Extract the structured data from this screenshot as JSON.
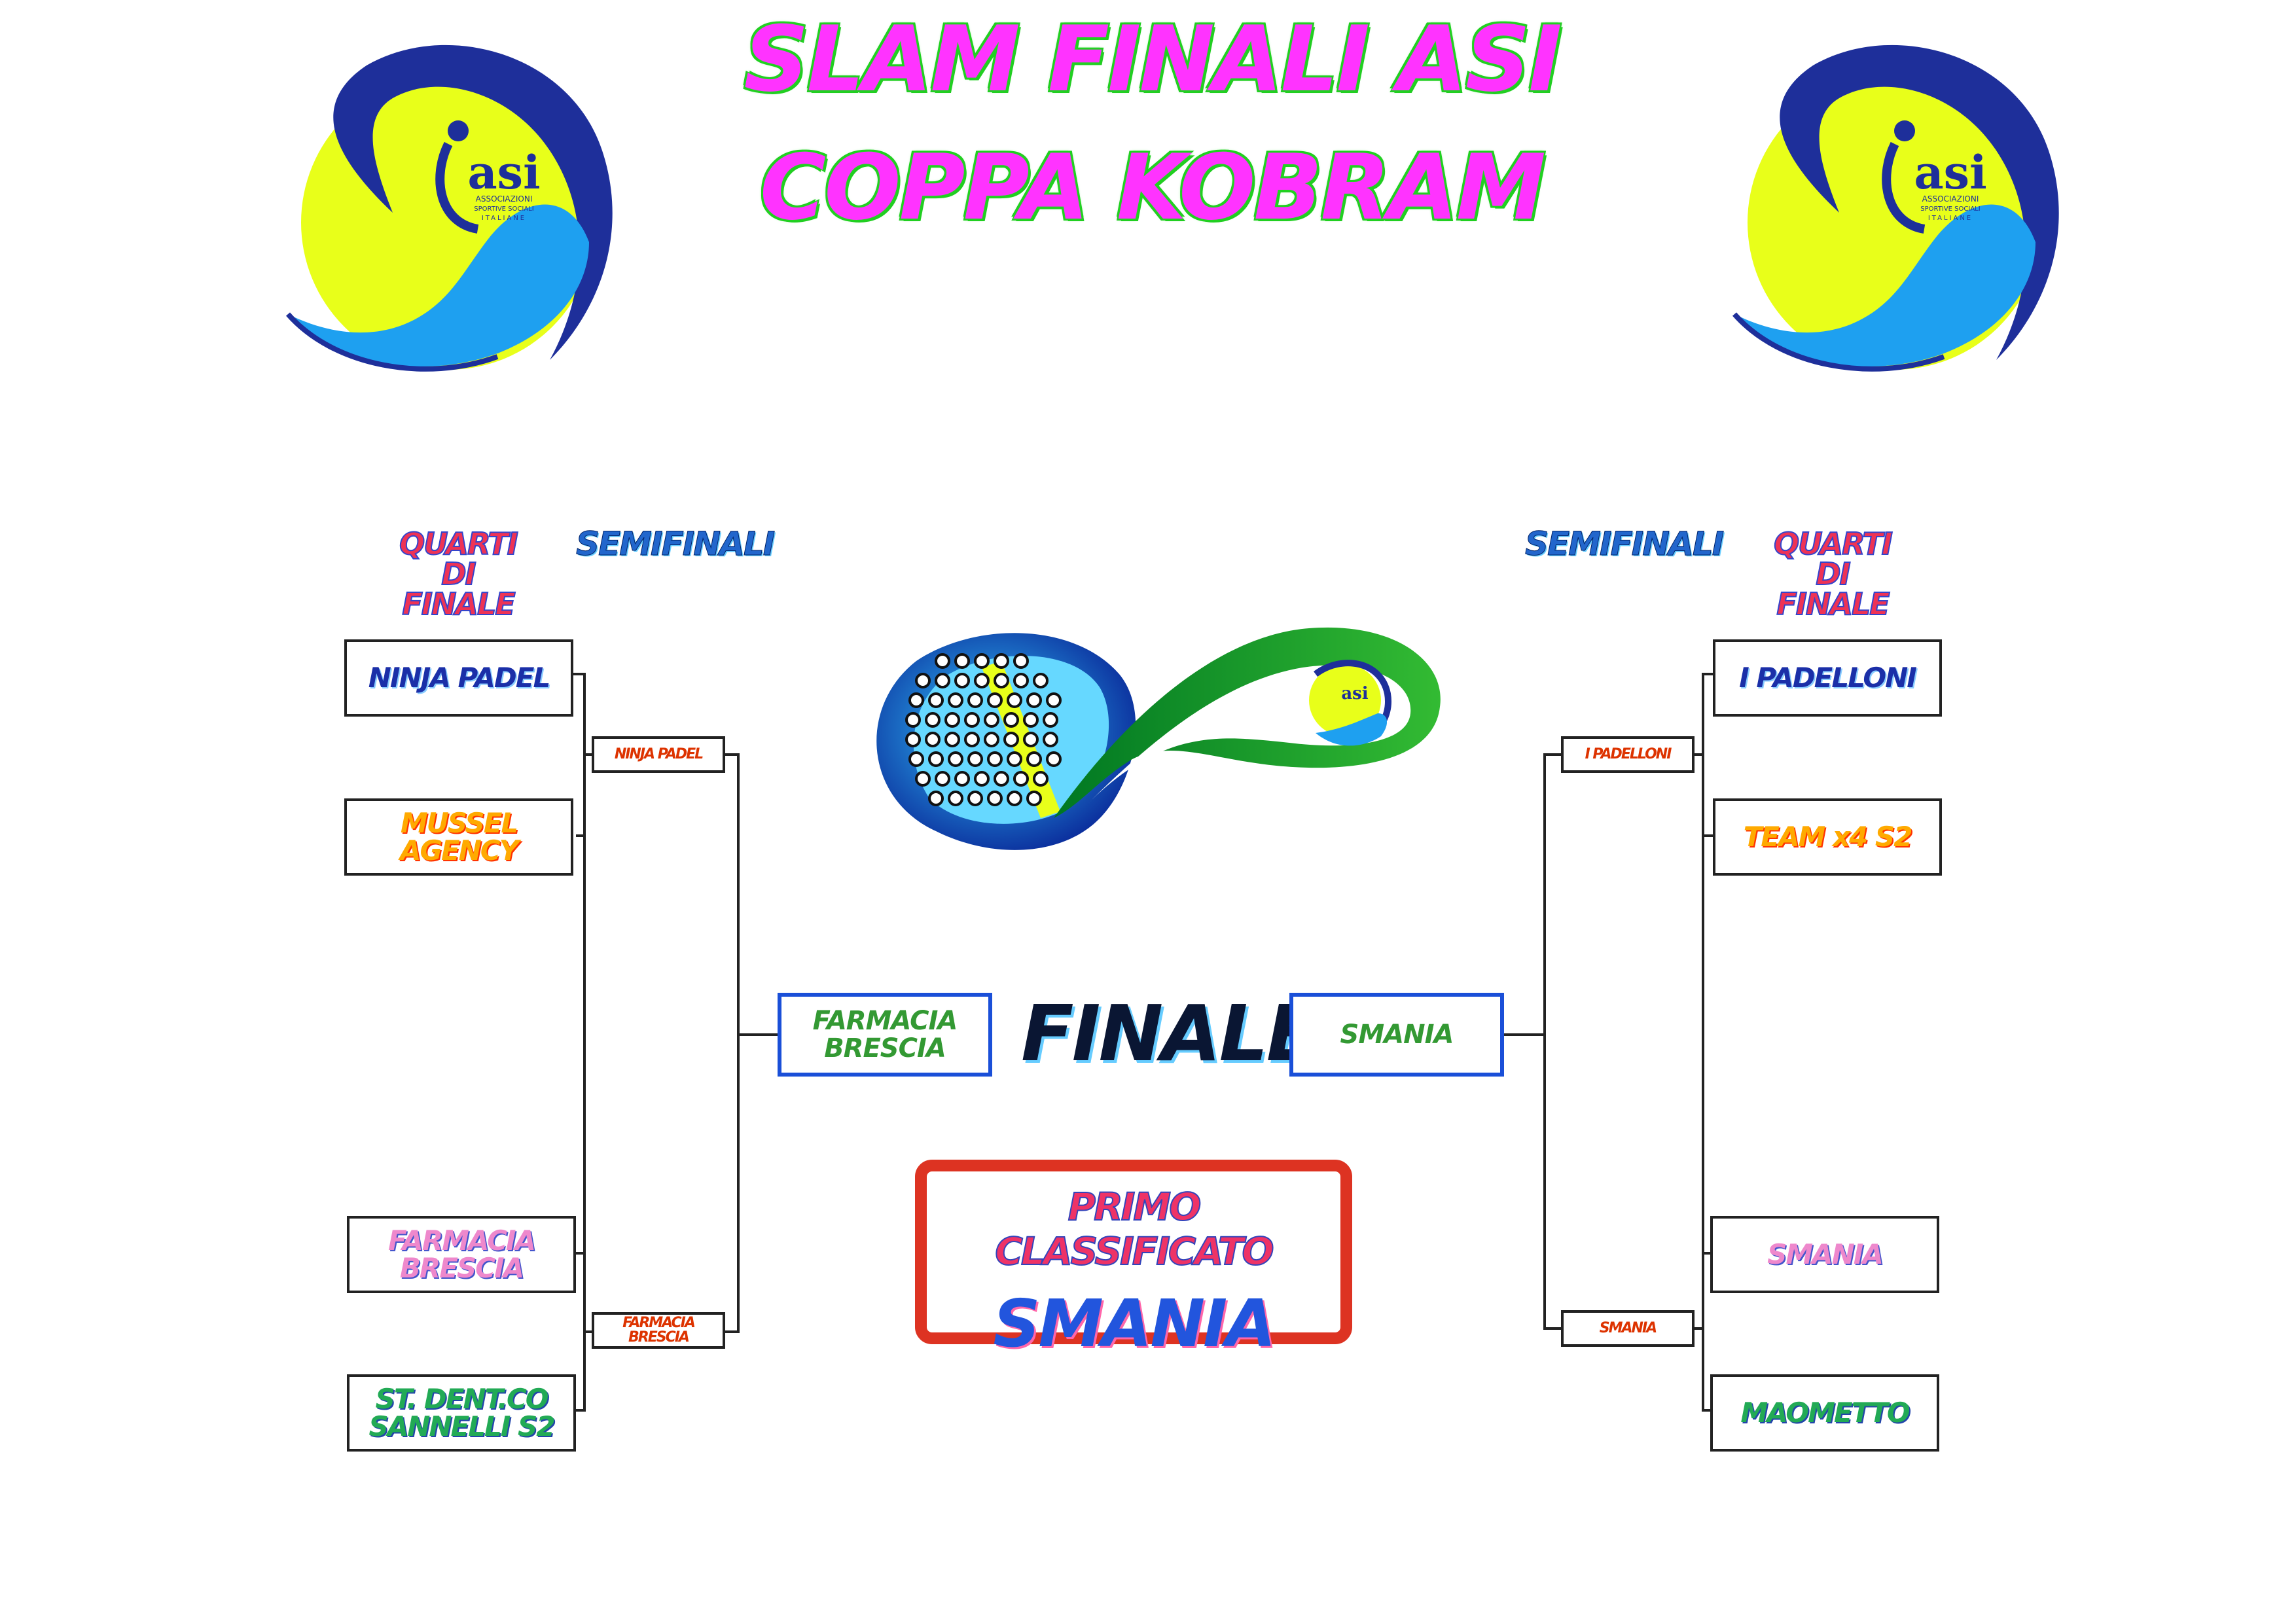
{
  "title": {
    "line1": "SLAM FINALI ASI",
    "line2": "COPPA KOBRAM"
  },
  "logo": {
    "brand_text": "asi",
    "sub1": "ASSOCIAZIONI",
    "sub2": "SPORTIVE SOCIALI",
    "sub3": "ITALIANE"
  },
  "headings": {
    "quarti": [
      "QUARTI",
      "DI",
      "FINALE"
    ],
    "semifinali": "SEMIFINALI",
    "finale": "FINALE"
  },
  "left": {
    "quarters": [
      "NINJA PADEL",
      "MUSSEL AGENCY",
      "FARMACIA\nBRESCIA",
      "ST. DENT.CO\nSANNELLI S2"
    ],
    "semis": [
      "NINJA PADEL",
      "FARMACIA\nBRESCIA"
    ],
    "finalist": "FARMACIA\nBRESCIA"
  },
  "right": {
    "quarters": [
      "I PADELLONI",
      "TEAM x4 S2",
      "SMANIA",
      "MAOMETTO"
    ],
    "semis": [
      "I PADELLONI",
      "SMANIA"
    ],
    "finalist": "SMANIA"
  },
  "winner": {
    "label": "PRIMO CLASSIFICATO",
    "name": "SMANIA"
  },
  "colors": {
    "tennis_ball": "#e8ff1a",
    "logo_blue": "#1e2f9a",
    "logo_light_blue": "#1ea0f0",
    "title_pink": "#ff33ff",
    "title_outline": "#22cc22",
    "winner_border": "#dd3322",
    "final_border": "#1a4fd8"
  }
}
